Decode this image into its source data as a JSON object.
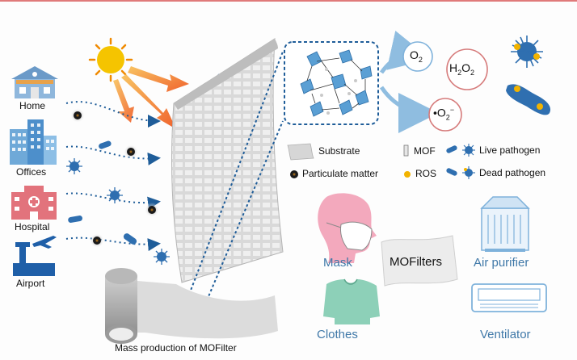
{
  "places": {
    "home": "Home",
    "offices": "Offices",
    "hospital": "Hospital",
    "airport": "Airport"
  },
  "caption": "Mass production of MOFilter",
  "chem": {
    "o2": "O",
    "o2_sub": "2",
    "h2o2_a": "H",
    "h2o2_sub1": "2",
    "h2o2_b": "O",
    "h2o2_sub2": "2",
    "superoxide": "•O",
    "superoxide_sub": "2",
    "superoxide_sup": "−"
  },
  "legend": {
    "substrate": "Substrate",
    "mof": "MOF",
    "live_pathogen": "Live pathogen",
    "particulate": "Particulate matter",
    "ros": "ROS",
    "dead_pathogen": "Dead pathogen"
  },
  "applications": {
    "center": "MOFilters",
    "mask": "Mask",
    "clothes": "Clothes",
    "air_purifier": "Air purifier",
    "ventilator": "Ventilator"
  },
  "colors": {
    "accent_blue": "#3f78a8",
    "sun": "#f5c400",
    "ray": "#f07a25",
    "particle": "#1a1a1a",
    "ros": "#f2b300",
    "pathogen": "#2f6fb0",
    "top_rule": "#e07a7a"
  }
}
